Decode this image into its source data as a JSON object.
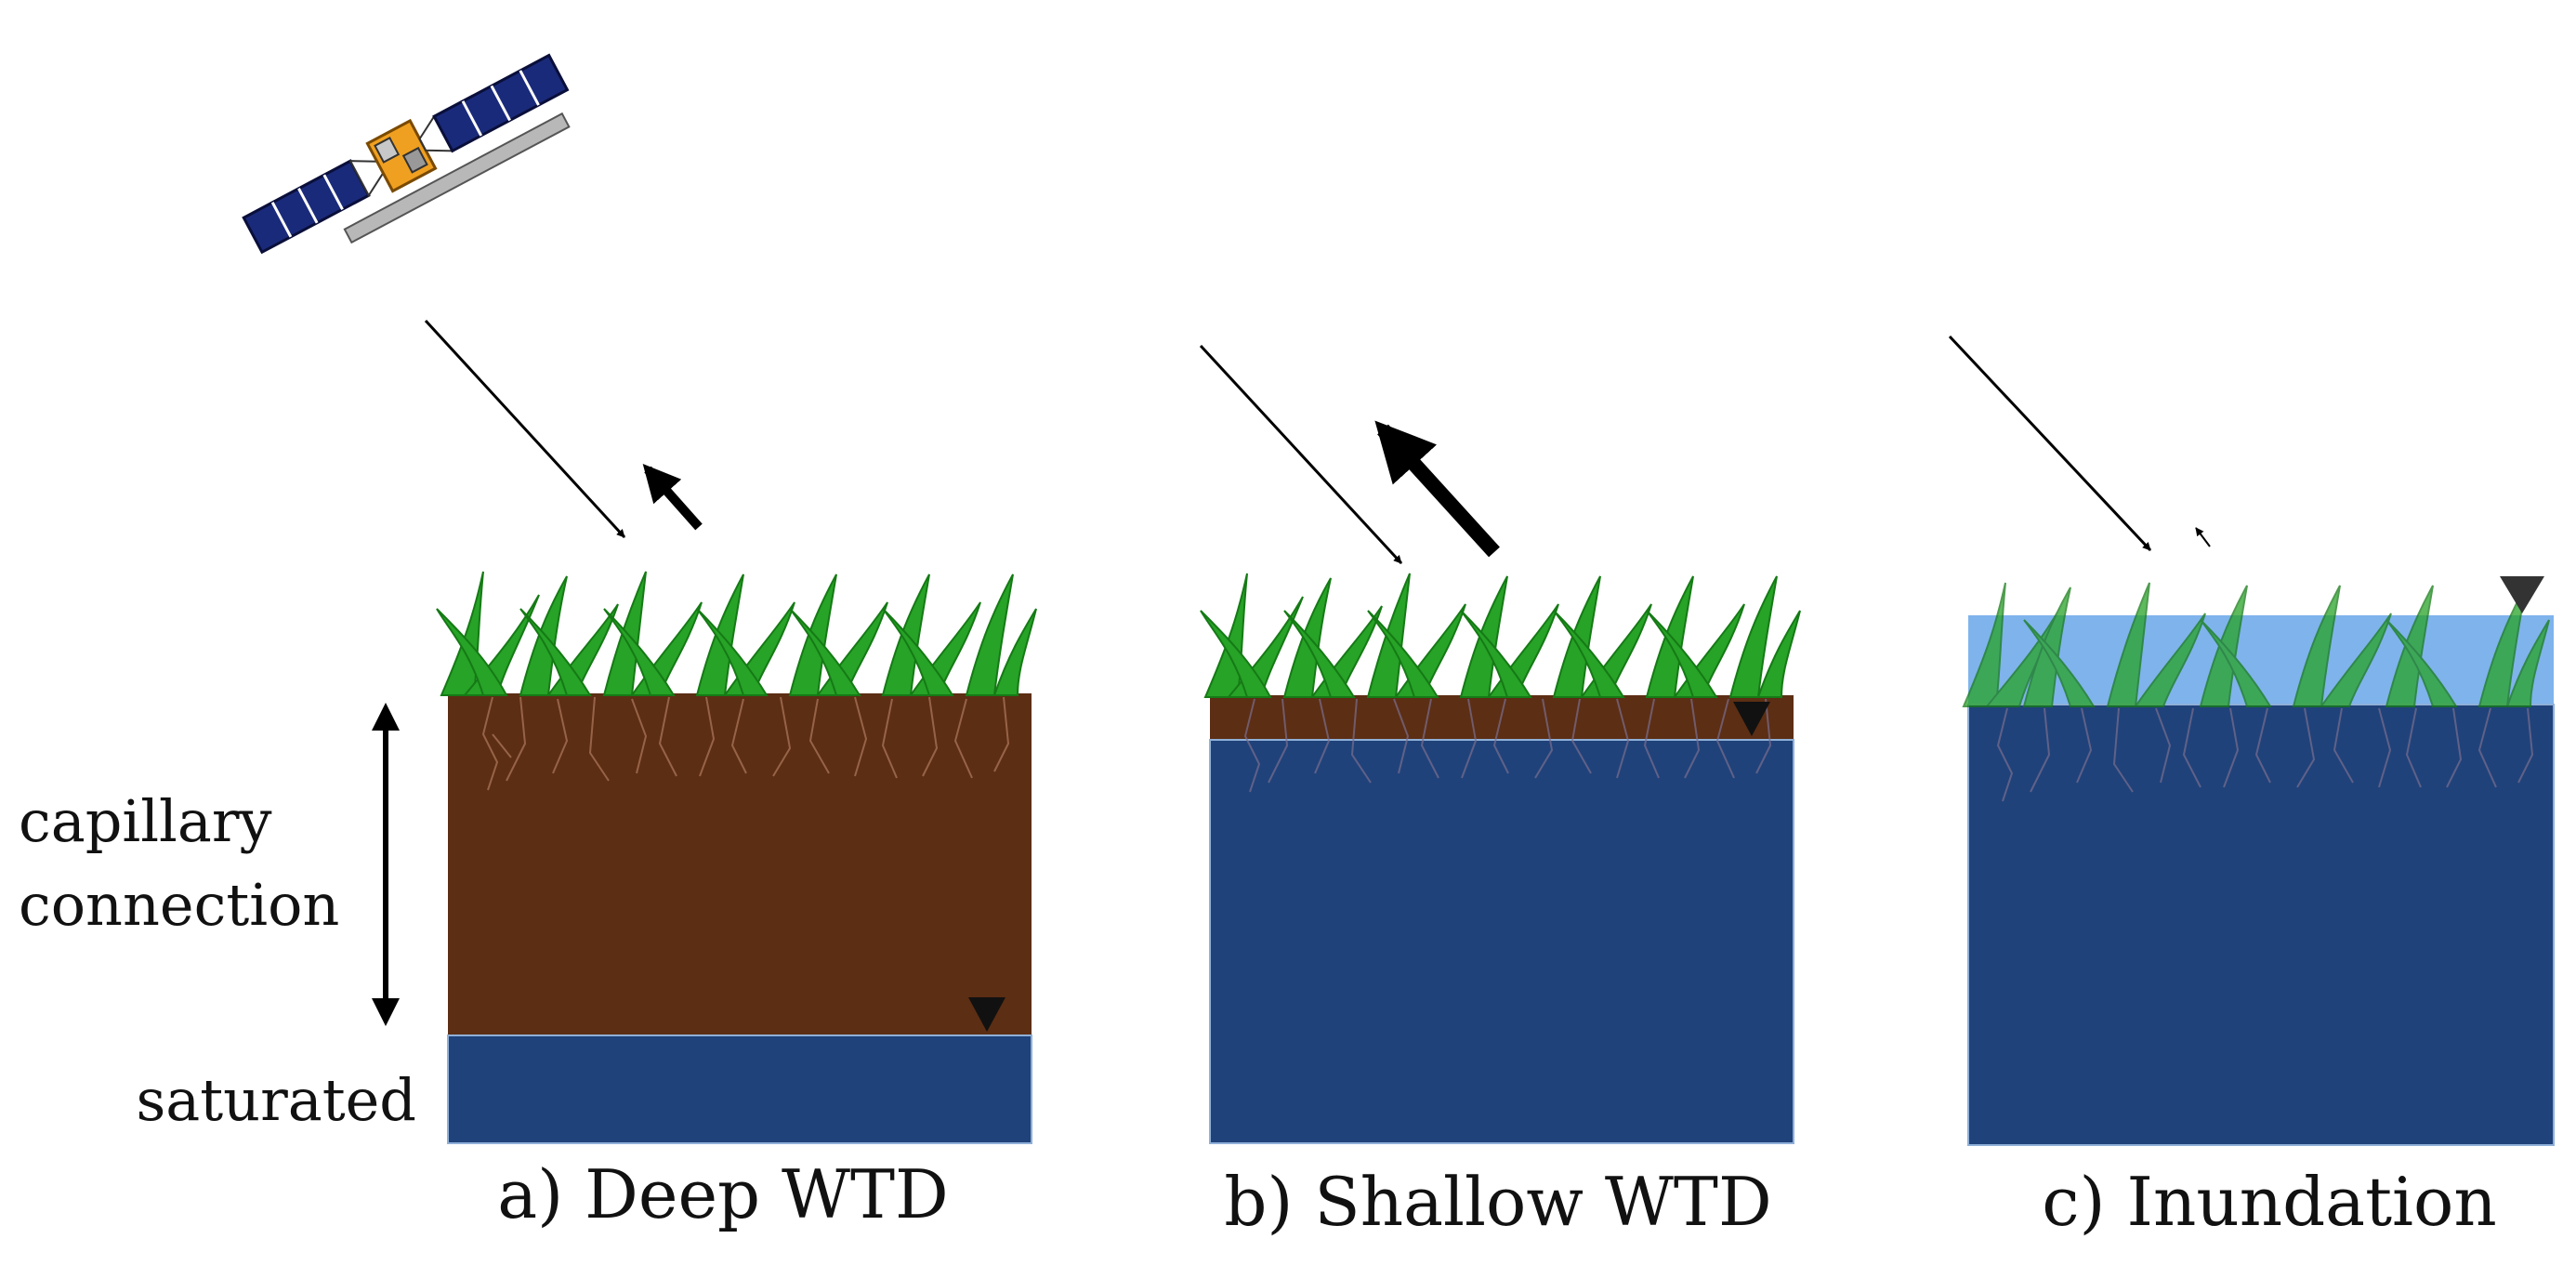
{
  "side_labels": {
    "capillary_line1": "capillary",
    "capillary_line2": "connection",
    "saturated": "saturated"
  },
  "panels": [
    {
      "caption": "a) Deep WTD",
      "backscatter": "weak"
    },
    {
      "caption": "b) Shallow WTD",
      "backscatter": "strong"
    },
    {
      "caption": "c) Inundation",
      "backscatter": "very weak"
    }
  ],
  "colors": {
    "soil": "#5c2e14",
    "groundwater": "#20427a",
    "surface_water": "#7fb3ec",
    "grass": "#27a327",
    "grass_dark": "#157a15",
    "solar_panel": "#1a2a7a",
    "satellite_body": "#f0a020",
    "antenna": "#b8b8b8"
  },
  "icons": [
    "satellite-icon",
    "water-table-marker-icon",
    "grass-icon",
    "roots-icon"
  ]
}
